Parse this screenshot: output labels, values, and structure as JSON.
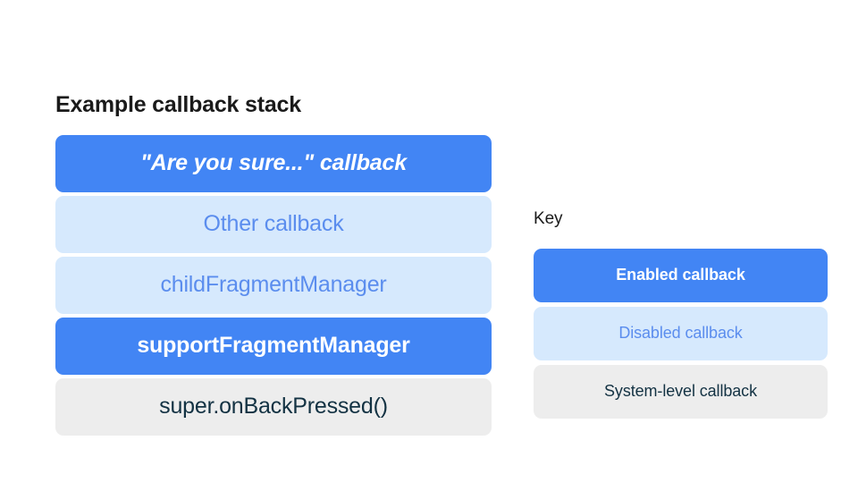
{
  "colors": {
    "background": "#ffffff",
    "enabled_fill": "#4285f4",
    "enabled_text": "#ffffff",
    "disabled_fill": "#d6e9fd",
    "disabled_text": "#5b8dee",
    "system_fill": "#ededed",
    "system_text": "#133243",
    "heading_text": "#1a1a1a"
  },
  "stack": {
    "title": "Example callback stack",
    "items": [
      {
        "label": "\"Are you sure...\" callback",
        "state": "enabled",
        "italic": true
      },
      {
        "label": "Other callback",
        "state": "disabled",
        "italic": false
      },
      {
        "label": "childFragmentManager",
        "state": "disabled",
        "italic": false
      },
      {
        "label": "supportFragmentManager",
        "state": "enabled",
        "italic": false
      },
      {
        "label": "super.onBackPressed()",
        "state": "system",
        "italic": false
      }
    ]
  },
  "key": {
    "title": "Key",
    "items": [
      {
        "label": "Enabled callback",
        "state": "enabled"
      },
      {
        "label": "Disabled callback",
        "state": "disabled"
      },
      {
        "label": "System-level callback",
        "state": "system"
      }
    ]
  }
}
